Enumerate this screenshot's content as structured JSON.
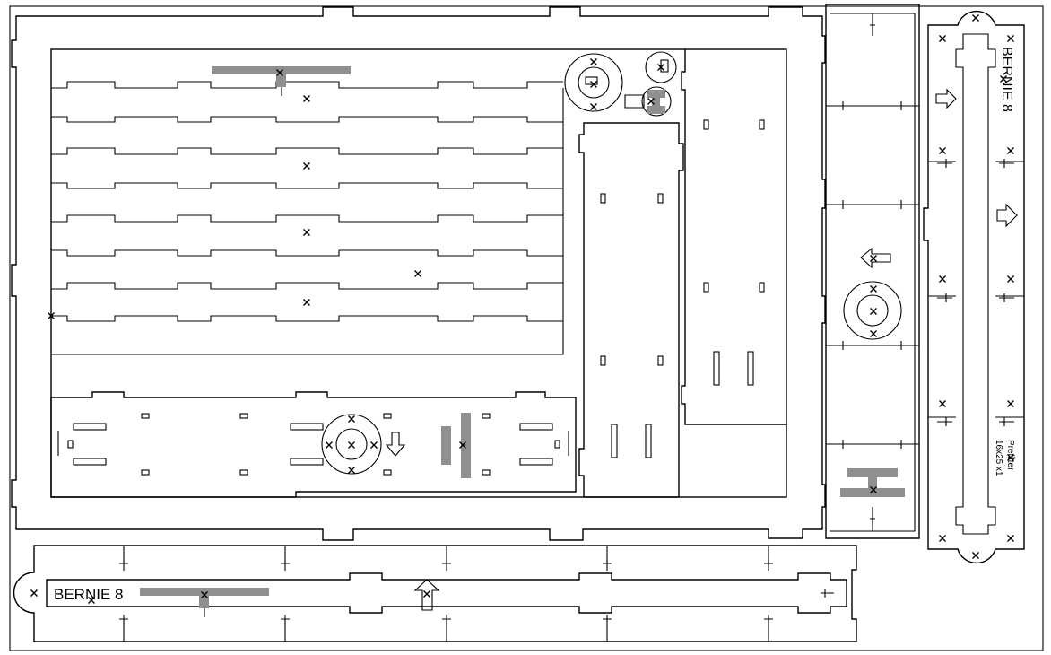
{
  "sheet": {
    "title": "laser cut layout",
    "labels": {
      "bottom_part": "BERNIE 8",
      "right_part": "BERNIE 8",
      "filter_line1": "Prefilter",
      "filter_line2": "16x25 x1"
    },
    "colors": {
      "cut": "#000000",
      "engrave": "#8f8f8f",
      "background": "#ffffff"
    }
  }
}
